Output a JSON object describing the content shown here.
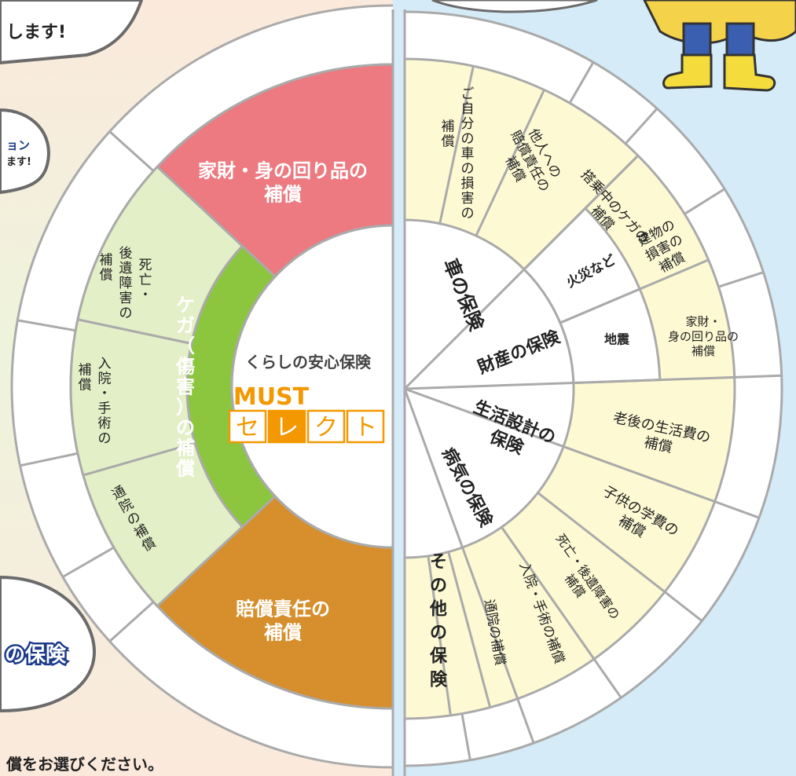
{
  "colors": {
    "left_bg": "#fbe9dc",
    "left_bg2": "#eef4dc",
    "right_bg": "#d5ebf7",
    "rim_fill": "#ffffff",
    "line": "#aaaaaa",
    "pink": "#ec7a80",
    "green": "#8cc63f",
    "orange": "#d68f2c",
    "pale_green": "#e3efc6",
    "pale_yellow": "#fdf9d3",
    "navy": "#1c3a8a",
    "brand_orange": "#f39800"
  },
  "bubbles": {
    "top": "します!",
    "option_tag": "ョン",
    "option_sub": "ます!",
    "hoken": "の保険",
    "bottom": "償をお選びください。"
  },
  "center": {
    "title": "くらしの安心保険",
    "brand": "MUST",
    "brand_boxes": [
      "セ",
      "レ",
      "ク",
      "ト"
    ]
  },
  "left": {
    "pink_label": [
      "家財・身の回り品の",
      "補償"
    ],
    "green_label": "ケガ（傷害）の補償",
    "orange_label": [
      "賠償責任の",
      "補償"
    ],
    "injury_items": [
      {
        "name": "death",
        "lines": [
          "死亡・",
          "後遺障害の",
          "補償"
        ]
      },
      {
        "name": "hospital",
        "lines": [
          "入院・手術の",
          "補償"
        ]
      },
      {
        "name": "outpatient",
        "lines": [
          "通院の補償"
        ]
      }
    ]
  },
  "right": {
    "categories": [
      {
        "name": "car",
        "label": "車の保険"
      },
      {
        "name": "property",
        "label": "財産の保険"
      },
      {
        "name": "life-design",
        "label": [
          "生活設計の",
          "保険"
        ]
      },
      {
        "name": "illness",
        "label": "病気の保険"
      },
      {
        "name": "other",
        "label": "その他の保険"
      }
    ],
    "sub_sections": [
      {
        "name": "fire",
        "label": "火災など"
      },
      {
        "name": "earthquake",
        "label": "地震"
      }
    ],
    "items": [
      {
        "name": "own-car",
        "lines": [
          "ご自分の車の損害の",
          "補償"
        ]
      },
      {
        "name": "liability-others",
        "lines": [
          "他人への",
          "賠償責任の",
          "補償"
        ]
      },
      {
        "name": "passenger-injury",
        "lines": [
          "搭乗中のケガの",
          "補償"
        ]
      },
      {
        "name": "building",
        "lines": [
          "建物の",
          "損害の",
          "補償"
        ]
      },
      {
        "name": "household",
        "lines": [
          "家財・",
          "身の回り品の",
          "補償"
        ]
      },
      {
        "name": "retirement",
        "lines": [
          "老後の生活費の",
          "補償"
        ]
      },
      {
        "name": "education",
        "lines": [
          "子供の学費の",
          "補償"
        ]
      },
      {
        "name": "death-disability",
        "lines": [
          "死亡・後遺障害の",
          "補償"
        ]
      },
      {
        "name": "hospital-surgery",
        "lines": [
          "入院・手術の補償"
        ]
      },
      {
        "name": "outpatient",
        "lines": [
          "通院の補償"
        ]
      }
    ]
  }
}
